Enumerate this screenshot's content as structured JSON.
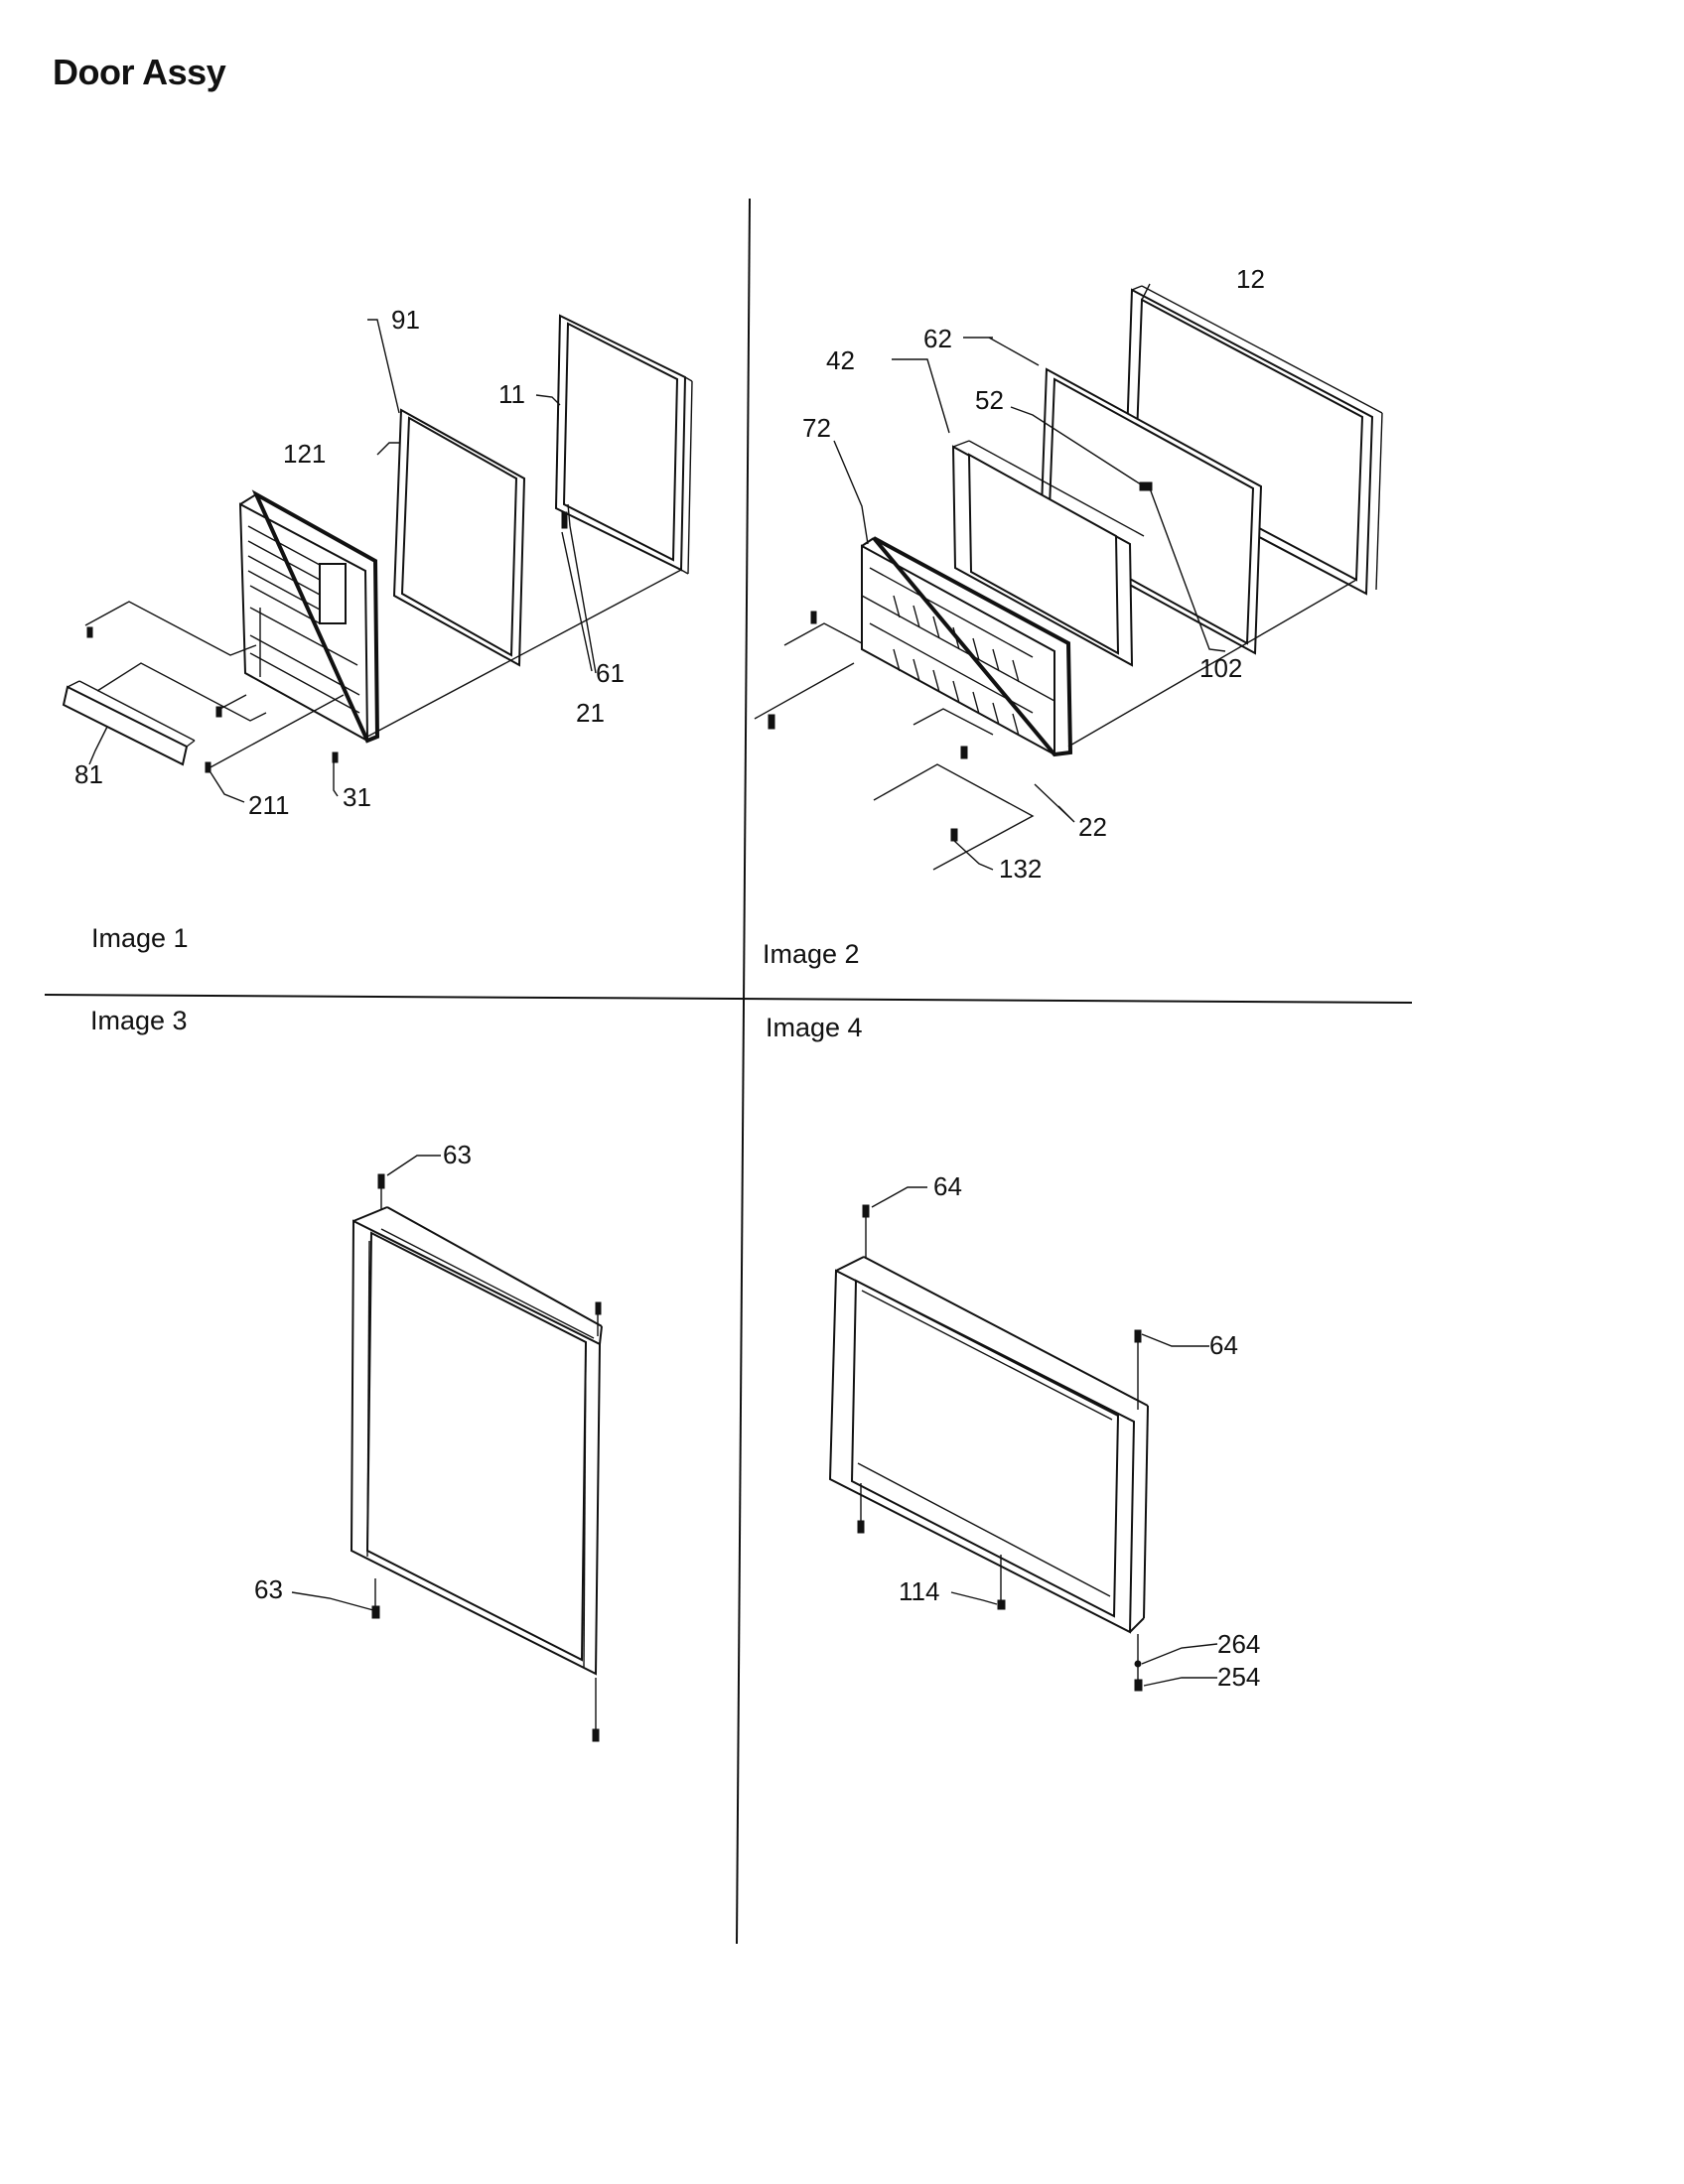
{
  "title": "Door Assy",
  "panels": [
    {
      "label": "Image 1"
    },
    {
      "label": "Image 2"
    },
    {
      "label": "Image 3"
    },
    {
      "label": "Image 4"
    }
  ],
  "callouts": {
    "p1": [
      "91",
      "11",
      "121",
      "61",
      "21",
      "81",
      "211",
      "31"
    ],
    "p2": [
      "12",
      "62",
      "42",
      "52",
      "72",
      "102",
      "22",
      "132"
    ],
    "p3": [
      "63",
      "63"
    ],
    "p4": [
      "64",
      "64",
      "114",
      "264",
      "254"
    ]
  }
}
